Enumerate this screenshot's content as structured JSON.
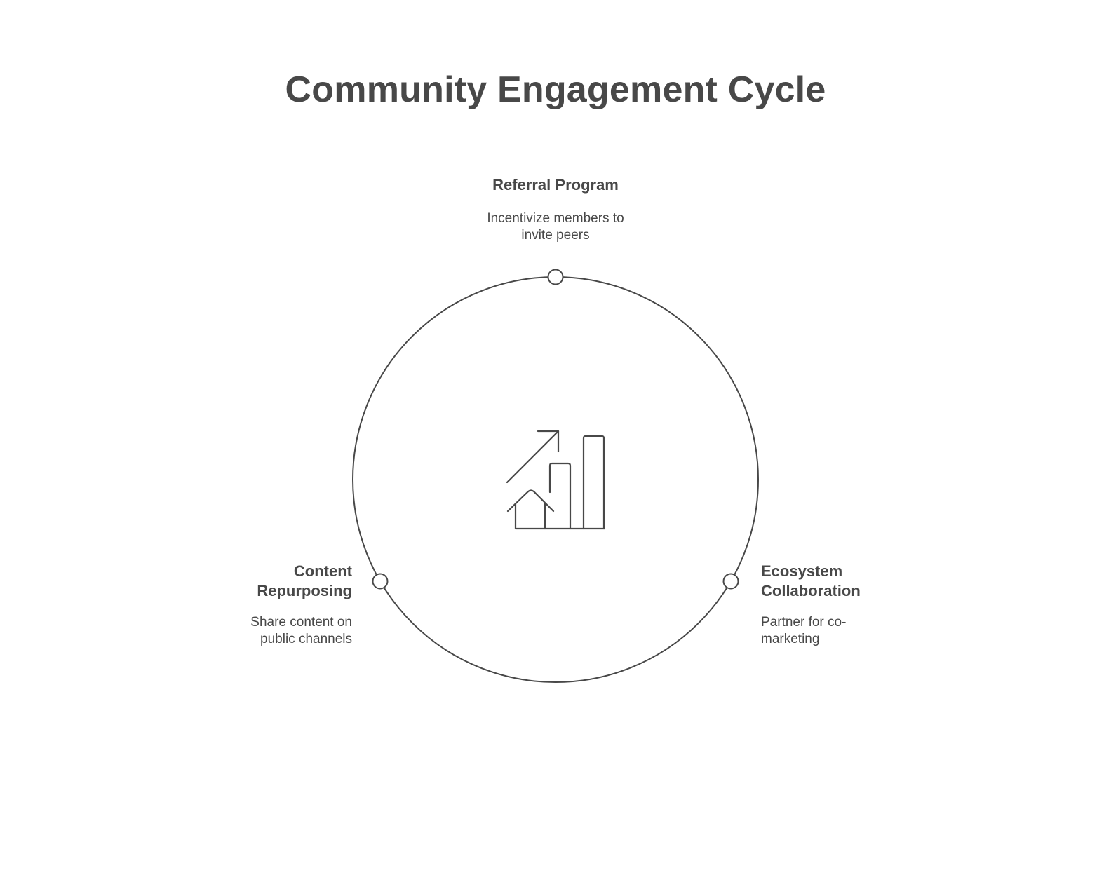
{
  "diagram": {
    "title": "Community Engagement Cycle",
    "center_icon": "growth-chart-icon",
    "stroke_color": "#484848",
    "nodes": [
      {
        "id": "referral",
        "label": "Referral Program",
        "description": "Incentivize members to invite peers"
      },
      {
        "id": "content",
        "label": "Content Repurposing",
        "description": "Share content on public channels"
      },
      {
        "id": "ecosystem",
        "label": "Ecosystem Collaboration",
        "description": "Partner for co-marketing"
      }
    ]
  }
}
